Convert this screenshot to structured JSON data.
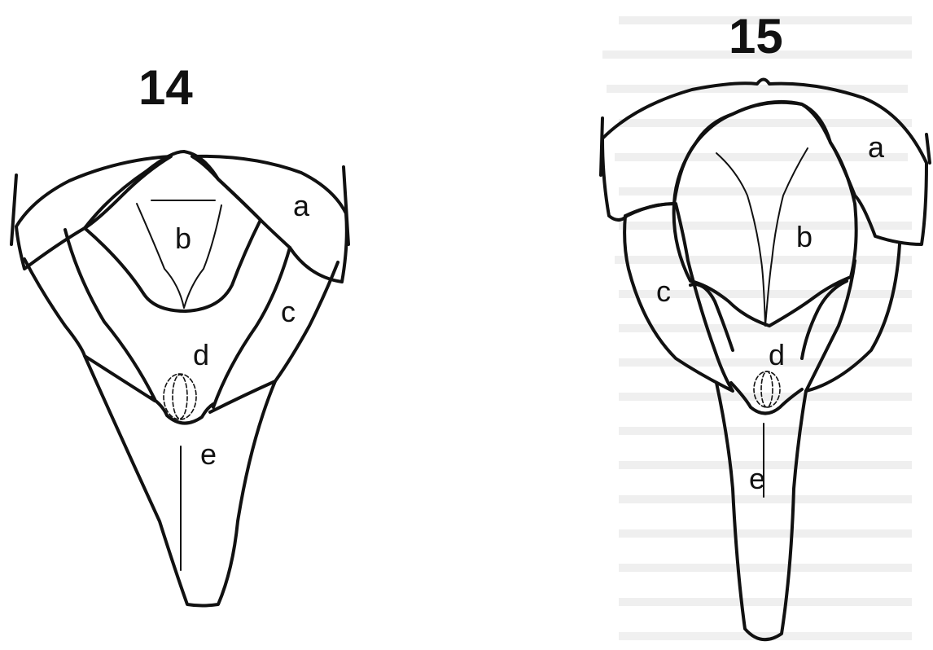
{
  "figures": [
    {
      "number": "14",
      "labels": {
        "a": "a",
        "b": "b",
        "c": "c",
        "d": "d",
        "e": "e"
      }
    },
    {
      "number": "15",
      "labels": {
        "a": "a",
        "b": "b",
        "c": "c",
        "d": "d",
        "e": "e"
      }
    }
  ],
  "colors": {
    "ink": "#111111",
    "background": "#ffffff",
    "bleed_through_text": "#d9d9d9"
  }
}
